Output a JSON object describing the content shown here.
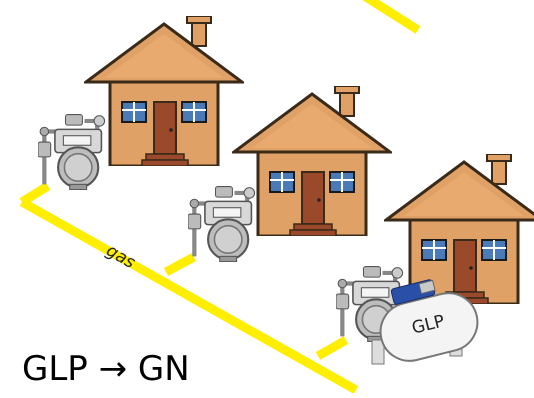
{
  "pipe_label": "gas",
  "tank_label": "GLP",
  "caption": "GLP → GN",
  "colors": {
    "pipe": "#ffee00",
    "house_wall": "#e0a166",
    "roof": "#e0a166",
    "outline": "#3a2a1a",
    "door": "#9a4a2a",
    "window": "#4a7ab8",
    "meter": "#9a9a9a",
    "tank": "#f4f4f4",
    "tank_valve": "#2a4fa8"
  },
  "houses": [
    {
      "name": "house-1"
    },
    {
      "name": "house-2"
    },
    {
      "name": "house-3"
    }
  ],
  "meters": [
    {
      "name": "gas-meter-1"
    },
    {
      "name": "gas-meter-2"
    },
    {
      "name": "gas-meter-3"
    }
  ]
}
